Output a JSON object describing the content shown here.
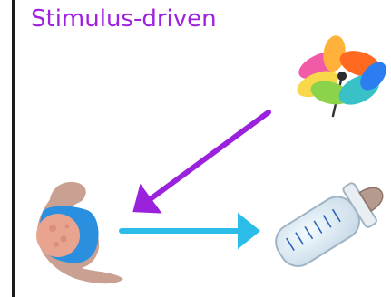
{
  "title": {
    "text": "Stimulus-driven",
    "color": "#a020e0"
  },
  "arrows": [
    {
      "name": "arrow-pinwheel-to-infant",
      "color": "#9b22dd"
    },
    {
      "name": "arrow-infant-to-bottle",
      "color": "#2bbce8"
    }
  ],
  "illustrations": [
    {
      "name": "pinwheel-icon",
      "semantic": "pinwheel"
    },
    {
      "name": "infant-icon",
      "semantic": "baby"
    },
    {
      "name": "baby-bottle-icon",
      "semantic": "baby-bottle"
    }
  ]
}
